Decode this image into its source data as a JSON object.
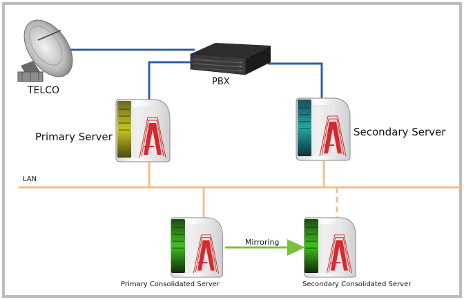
{
  "labels": {
    "telco": "TELCO",
    "pbx": "PBX",
    "primary_server": "Primary Server",
    "secondary_server": "Secondary Server",
    "lan": "LAN",
    "mirroring": "Mirroring",
    "primary_consolidated_server": "Primary Consolidated Server",
    "secondary_consolidated_server": "Secondary Consolidated Server"
  },
  "colors": {
    "frame": "#bdbdbd",
    "phone_link": "#2f5ea8",
    "lan": "#f4be8c",
    "mirroring_arrow": "#79c13b",
    "server_body": "#f1f1f1",
    "server_logo": "#d8282e",
    "primary_bezel": "#c3c21a",
    "secondary_bezel": "#1f9a98",
    "consolidated_bezel": "#3ab81a"
  },
  "icons": {
    "telco": "satellite-dish-icon",
    "pbx": "pbx-rack-icon",
    "servers": "server-tower-icon"
  }
}
